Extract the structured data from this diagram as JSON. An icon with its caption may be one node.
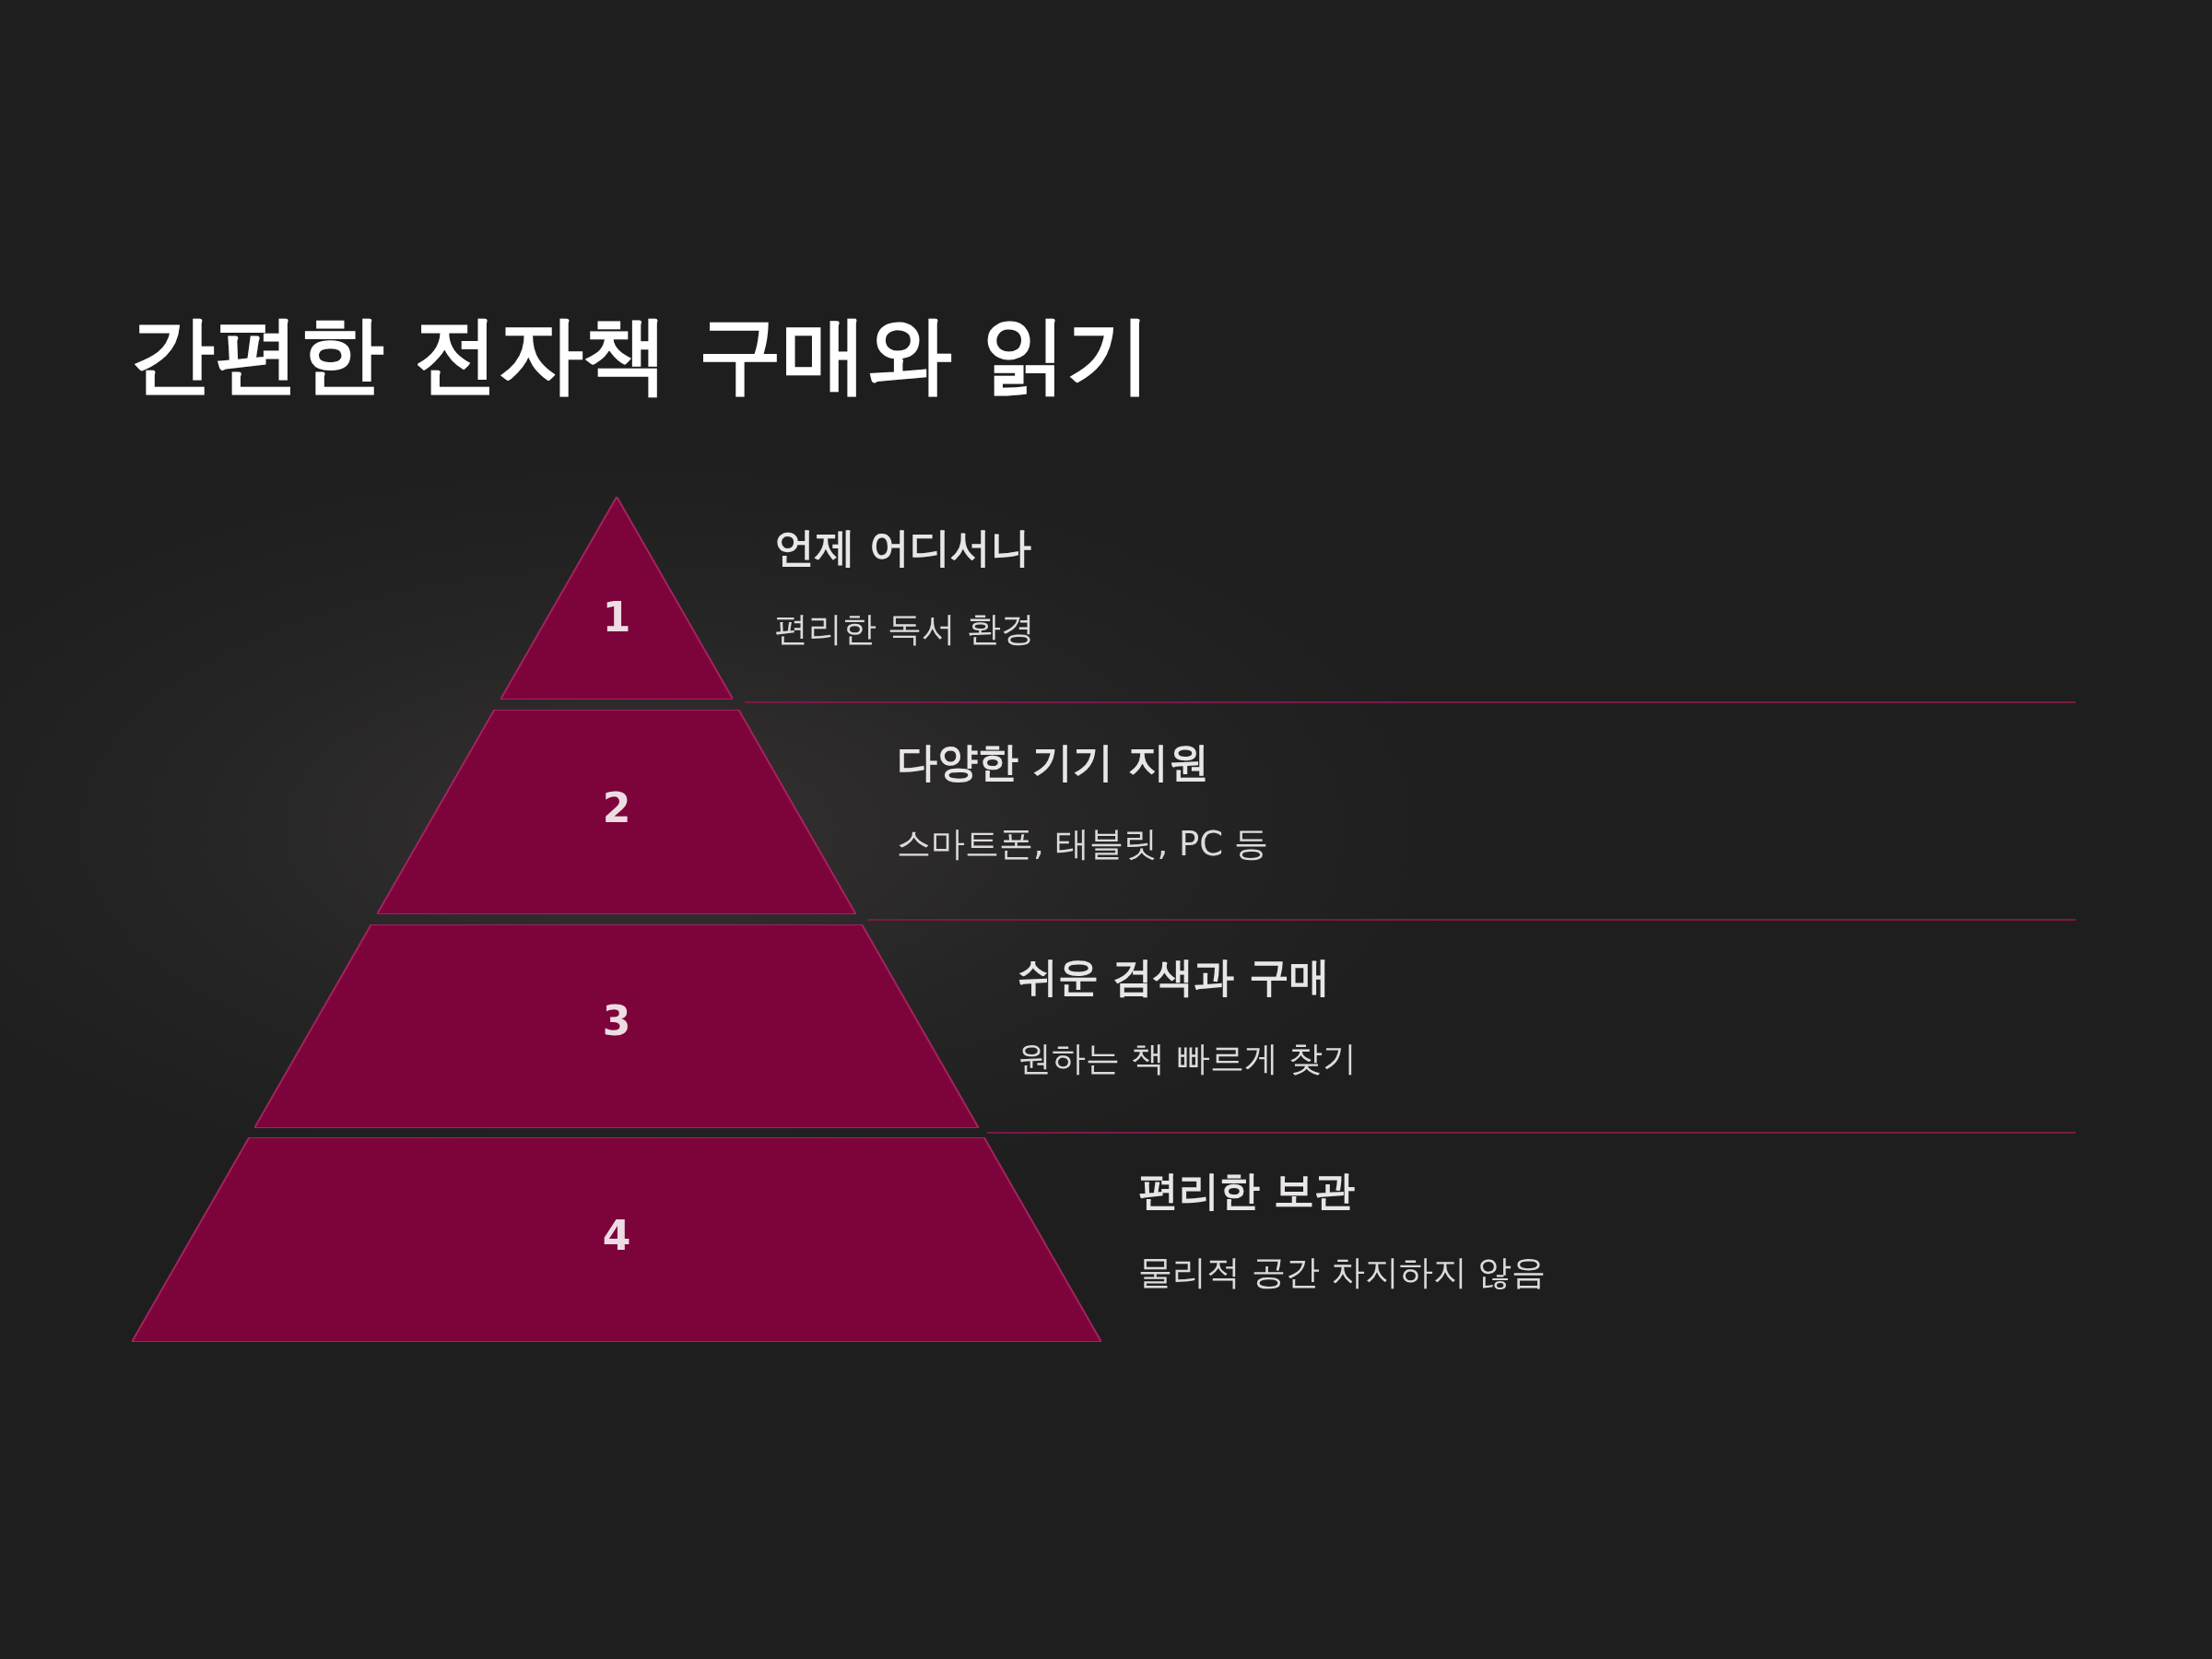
{
  "diagram": {
    "title": "간편한 전자책 구매와 읽기",
    "nodes": [
      {
        "text": [
          "1"
        ],
        "beside": [
          "언제 어디서나",
          "편리한 독서 환경"
        ]
      },
      {
        "text": [
          "2"
        ],
        "beside": [
          "다양한 기기 지원",
          "스마트폰, 태블릿, PC 등"
        ]
      },
      {
        "text": [
          "3"
        ],
        "beside": [
          "쉬운 검색과 구매",
          "원하는 책 빠르게 찾기"
        ]
      },
      {
        "text": [
          "4"
        ],
        "beside": [
          "편리한 보관",
          "물리적 공간 차지하지 않음"
        ]
      }
    ]
  }
}
